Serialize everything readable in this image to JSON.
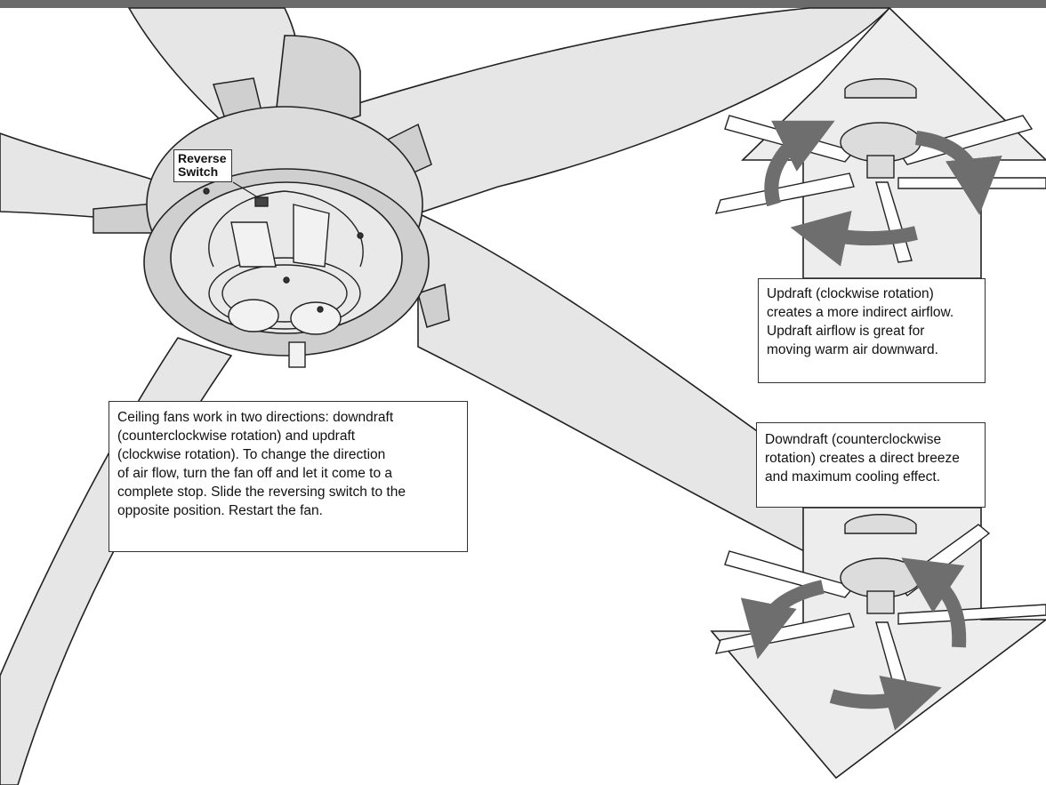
{
  "labels": {
    "reverse_switch": [
      "Reverse",
      "Switch"
    ]
  },
  "callouts": {
    "main": [
      "Ceiling fans work in two directions: downdraft",
      "(counterclockwise rotation) and updraft",
      "(clockwise rotation). To change the direction",
      "of air flow, turn the fan off and let it come to a",
      "complete stop. Slide the reversing switch to the",
      "opposite position. Restart the fan."
    ],
    "updraft": [
      "Updraft (clockwise rotation)",
      "creates a more indirect airflow.",
      "Updraft airflow is great for",
      "moving warm air downward."
    ],
    "downdraft": [
      "Downdraft (counterclockwise",
      "rotation) creates a direct breeze",
      "and maximum cooling effect."
    ]
  },
  "colors": {
    "header_bar": "#6b6b6b",
    "blade_fill": "#e6e6e6",
    "arrow_panel": "#ededed",
    "rotation_arrow": "#6e6e6e",
    "line": "#222222"
  }
}
